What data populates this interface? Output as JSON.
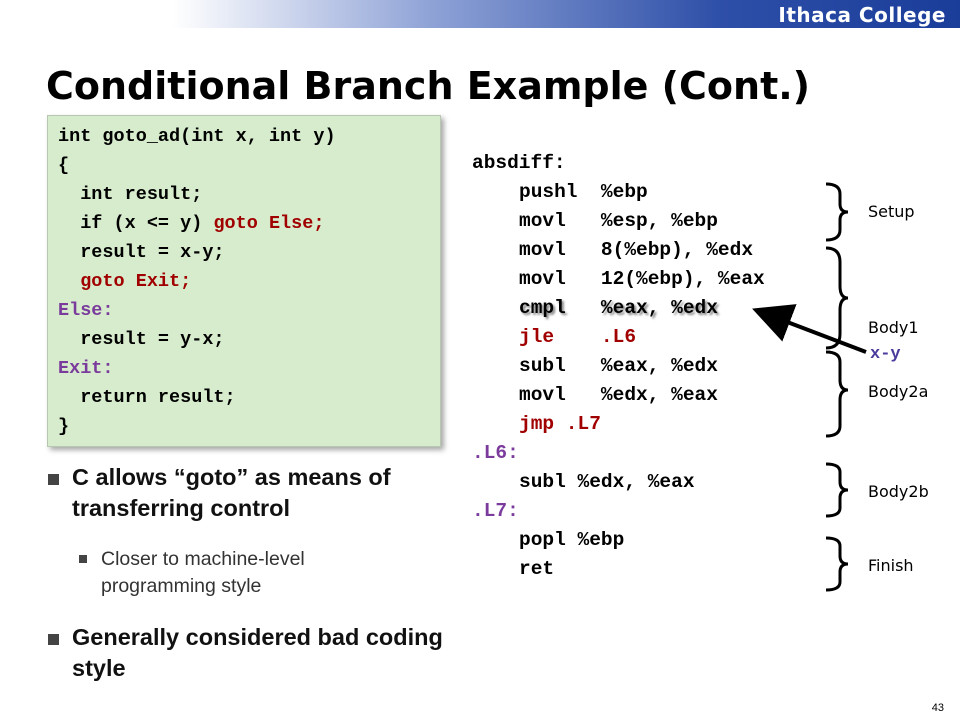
{
  "brand": "Ithaca College",
  "title": "Conditional Branch Example (Cont.)",
  "c_code": {
    "l1": "int goto_ad(int x, int y)",
    "l2": "{",
    "l3": "  int result;",
    "l4a": "  if (x <= y) ",
    "l4b": "goto Else;",
    "l5": "  result = x-y;",
    "l6": "  goto Exit;",
    "l7": "Else:",
    "l8": "  result = y-x;",
    "l9": "Exit:",
    "l10": "  return result;",
    "l11": "}"
  },
  "asm": {
    "label_absdiff": "absdiff:",
    "i1": "pushl  %ebp",
    "i2": "movl   %esp, %ebp",
    "i3": "movl   8(%ebp), %edx",
    "i4": "movl   12(%ebp), %eax",
    "i5": "cmpl   %eax, %edx",
    "i6": "jle    .L6",
    "i7": "subl   %eax, %edx",
    "i8": "movl   %edx, %eax",
    "i9": "jmp .L7",
    "label_l6": ".L6:",
    "i10": "subl %edx, %eax",
    "label_l7": ".L7:",
    "i11": "popl %ebp",
    "i12": "ret"
  },
  "annotations": {
    "setup": "Setup",
    "body1": "Body1",
    "xy": "x-y",
    "body2a": "Body2a",
    "body2b": "Body2b",
    "finish": "Finish"
  },
  "bullets": {
    "b1": "C allows “goto” as means of transferring control",
    "b1_sub": "Closer to machine-level programming style",
    "b2": "Generally considered bad coding style"
  },
  "page_number": "43",
  "colors": {
    "code_bg": "#d6eccc",
    "keyword_red": "#a00000",
    "label_purple": "#7a3b9c",
    "banner_blue": "#1a3d9a"
  }
}
